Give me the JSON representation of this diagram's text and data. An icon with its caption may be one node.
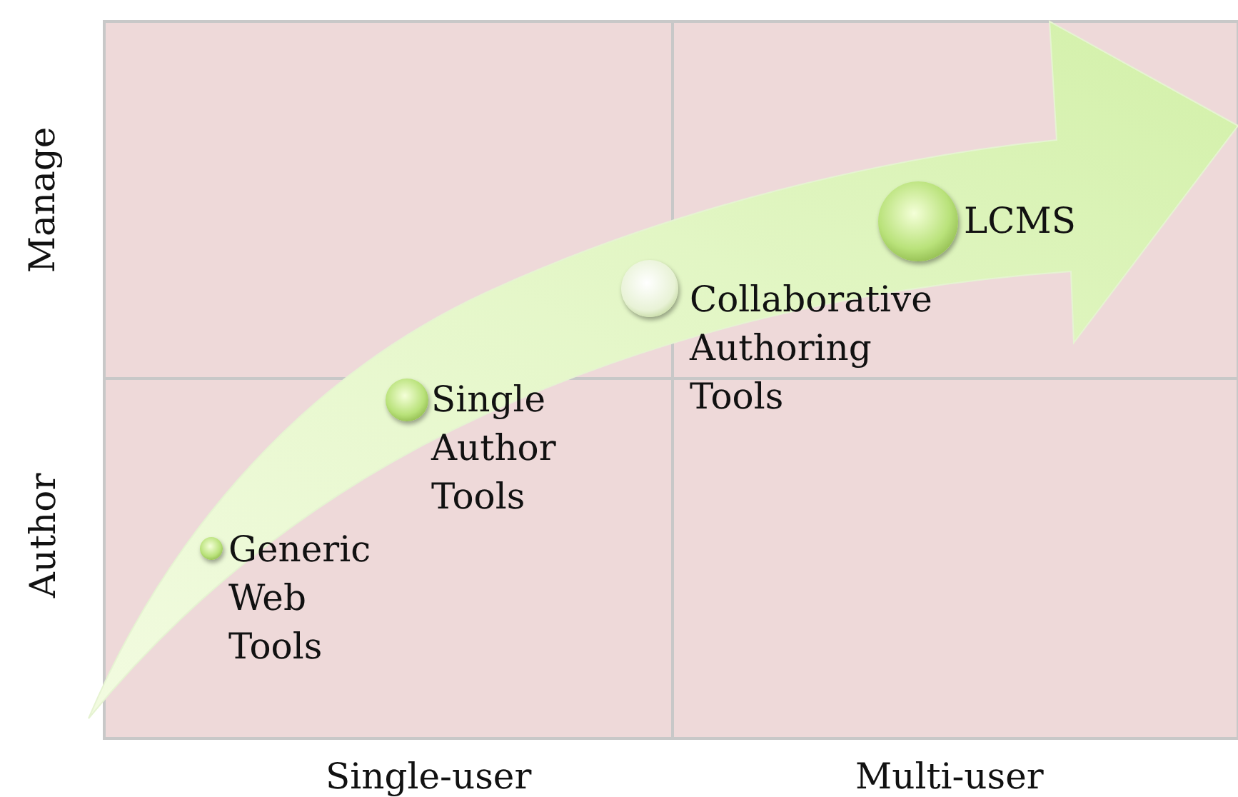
{
  "diagram": {
    "nodes": [
      {
        "text": [],
        "shape": "circle",
        "beside": [
          "Generic Web Tools"
        ]
      },
      {
        "text": [],
        "shape": "circle",
        "beside": [
          "Single Author Tools"
        ]
      },
      {
        "text": [],
        "shape": "circle",
        "beside": [
          "Collaborative Authoring Tools"
        ]
      },
      {
        "text": [],
        "shape": "circle",
        "beside": [
          "LCMS"
        ]
      }
    ],
    "labels": [
      "Manage",
      "Author",
      "Single-user",
      "Multi-user"
    ]
  }
}
